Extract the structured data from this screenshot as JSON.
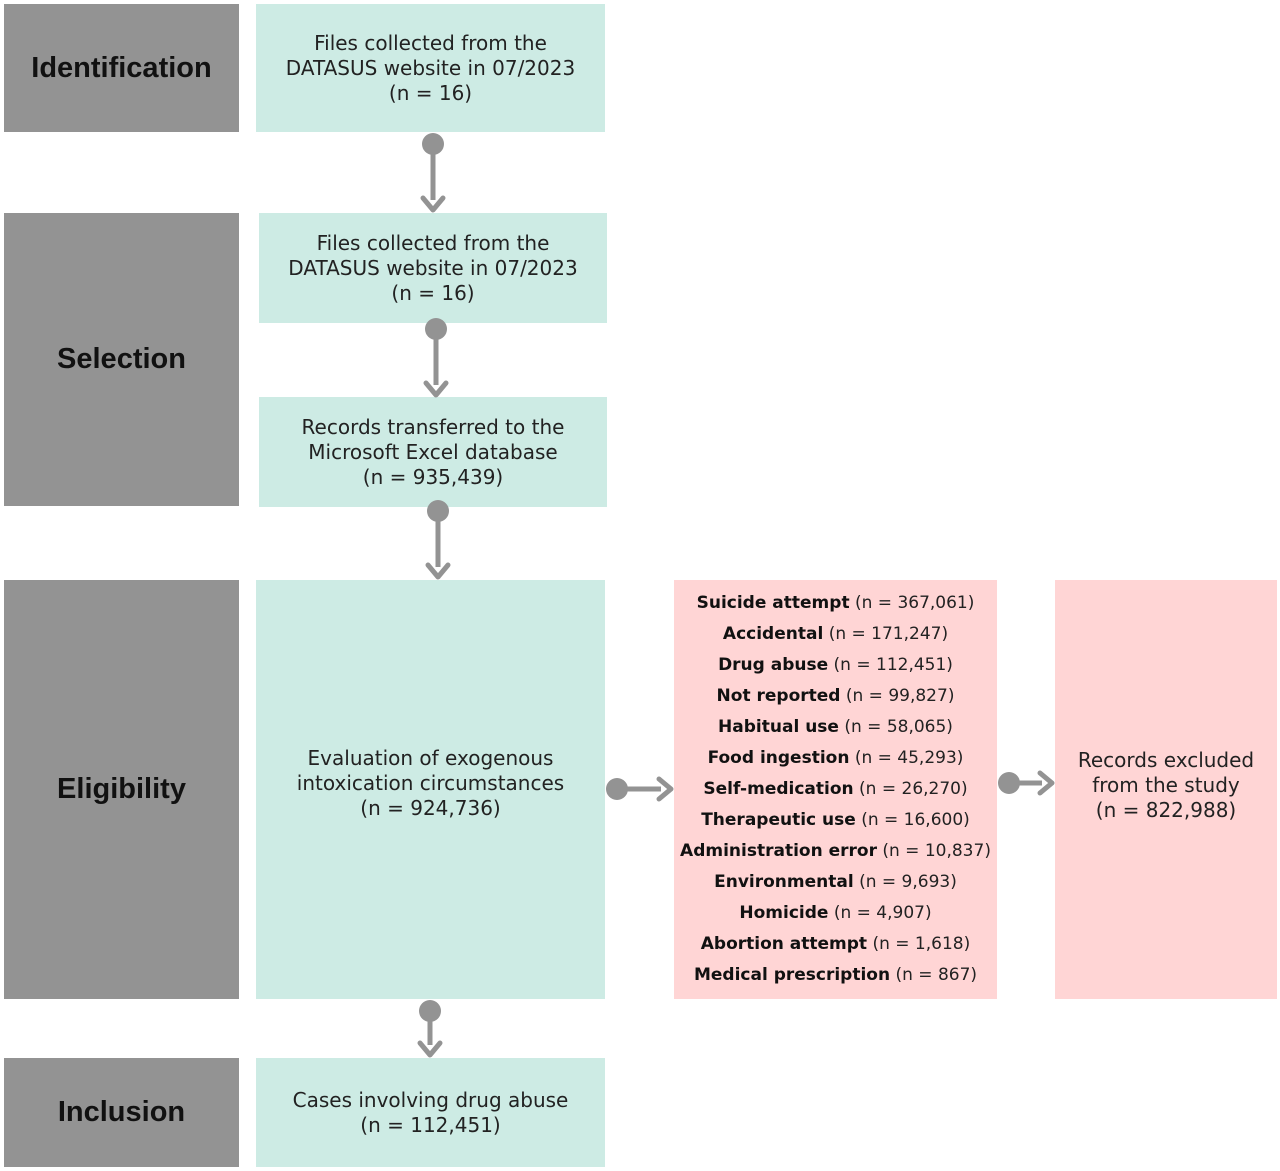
{
  "stages": {
    "identification": "Identification",
    "selection": "Selection",
    "eligibility": "Eligibility",
    "inclusion": "Inclusion"
  },
  "boxes": {
    "identification": [
      "Files collected from the",
      "DATASUS website in 07/2023",
      "(n = 16)"
    ],
    "selection_files": [
      "Files collected from the",
      "DATASUS website in 07/2023",
      "(n = 16)"
    ],
    "selection_records": [
      "Records transferred to the",
      "Microsoft Excel database",
      "(n = 935,439)"
    ],
    "evaluation": [
      "Evaluation of exogenous",
      "intoxication circumstances",
      "(n = 924,736)"
    ],
    "excluded": [
      "Records excluded",
      "from the study",
      "(n =  822,988)"
    ],
    "inclusion": [
      "Cases involving drug abuse",
      "(n = 112,451)"
    ]
  },
  "circumstances": [
    {
      "label": "Suicide attempt",
      "count": "(n = 367,061)"
    },
    {
      "label": "Accidental",
      "count": "(n = 171,247)"
    },
    {
      "label": "Drug abuse",
      "count": "(n = 112,451)"
    },
    {
      "label": "Not reported",
      "count": "(n = 99,827)"
    },
    {
      "label": "Habitual use",
      "count": "(n = 58,065)"
    },
    {
      "label": "Food ingestion",
      "count": "(n = 45,293)"
    },
    {
      "label": "Self-medication",
      "count": "(n = 26,270)"
    },
    {
      "label": "Therapeutic use",
      "count": "(n = 16,600)"
    },
    {
      "label": "Administration error",
      "count": "(n = 10,837)"
    },
    {
      "label": "Environmental",
      "count": "(n = 9,693)"
    },
    {
      "label": "Homicide",
      "count": "(n = 4,907)"
    },
    {
      "label": "Abortion attempt",
      "count": "(n = 1,618)"
    },
    {
      "label": "Medical prescription",
      "count": "(n = 867)"
    }
  ],
  "colors": {
    "stage": "#939393",
    "included": "#cdebe4",
    "excluded": "#ffd5d5",
    "connector": "#939393"
  }
}
